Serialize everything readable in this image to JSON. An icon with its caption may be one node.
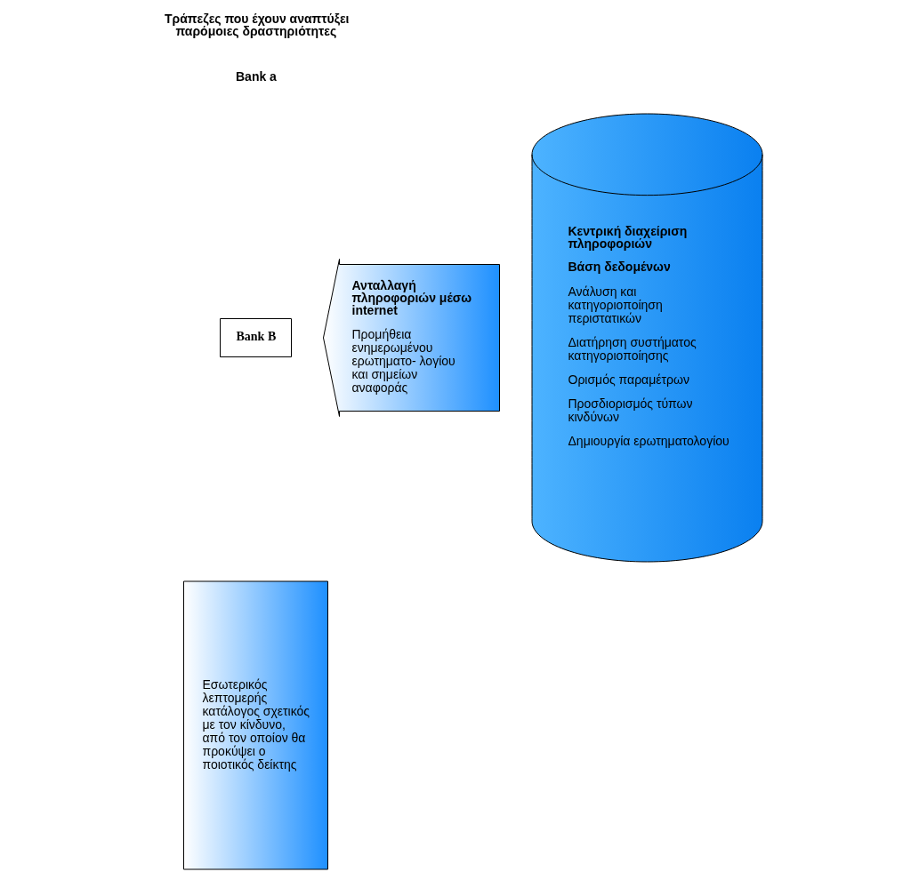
{
  "diagram": {
    "nodes": [
      {
        "text": [
          "Εσωτερικός λεπτομερής κατάλογος σχετικός με τον κίνδυνο, από τον οποίον θα προκύψει ο ποιοτικός δείκτης"
        ]
      },
      {
        "text": [
          "Bank B"
        ]
      },
      {
        "text": [
          "Ανταλλαγή πληροφοριών μέσω internet",
          "Προμήθεια ενημερωμένου ερωτηματο- λογίου και σημείων αναφοράς"
        ]
      },
      {
        "text": [
          "Κεντρική διαχείριση πληροφοριών",
          "Βάση δεδομένων",
          "Ανάλυση και κατηγοριοποίηση περιστατικών",
          "Διατήρηση συστήματος κατηγοριοποίησης",
          "Ορισμός παραμέτρων",
          "Προσδιορισμός τύπων κινδύνων",
          "Δημιουργία ερωτηματολογίου"
        ]
      }
    ],
    "edges": [],
    "labels": [
      "Τράπεζες που έχουν αναπτύξει παρόμοιες δραστηριότητες",
      "Bank a"
    ]
  }
}
